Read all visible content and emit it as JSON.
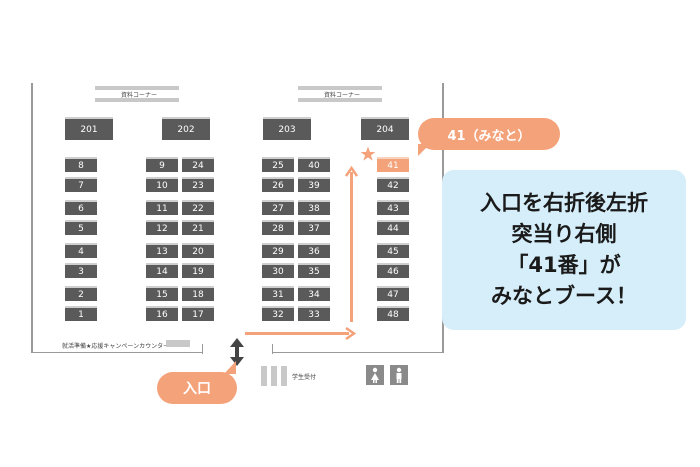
{
  "corner_label": "資料コーナー",
  "big_booths": [
    "201",
    "202",
    "203",
    "204"
  ],
  "col1": [
    "8",
    "7",
    "6",
    "5",
    "4",
    "3",
    "2",
    "1"
  ],
  "col2a": [
    "9",
    "10",
    "11",
    "12",
    "13",
    "14",
    "15",
    "16"
  ],
  "col2b": [
    "24",
    "23",
    "22",
    "21",
    "20",
    "19",
    "18",
    "17"
  ],
  "col3a": [
    "25",
    "26",
    "27",
    "28",
    "29",
    "30",
    "31",
    "32"
  ],
  "col3b": [
    "40",
    "39",
    "38",
    "37",
    "36",
    "35",
    "34",
    "33"
  ],
  "col4": [
    "41",
    "42",
    "43",
    "44",
    "45",
    "46",
    "47",
    "48"
  ],
  "campaign_label": "就活準備★応援キャンペーンカウンター",
  "reception_label": "学生受付",
  "entrance_label": "入口",
  "minato_bubble": "41（みなと）",
  "info_lines": [
    "入口を右折後左折",
    "突当り右側",
    "「41番」が",
    "みなとブース！"
  ],
  "colors": {
    "accent": "#f4a27a",
    "booth": "#5a5a5a",
    "info_bg": "#d6eef9"
  },
  "icons": [
    "star-icon",
    "updown-arrow-icon",
    "restroom-female-icon",
    "restroom-male-icon"
  ]
}
